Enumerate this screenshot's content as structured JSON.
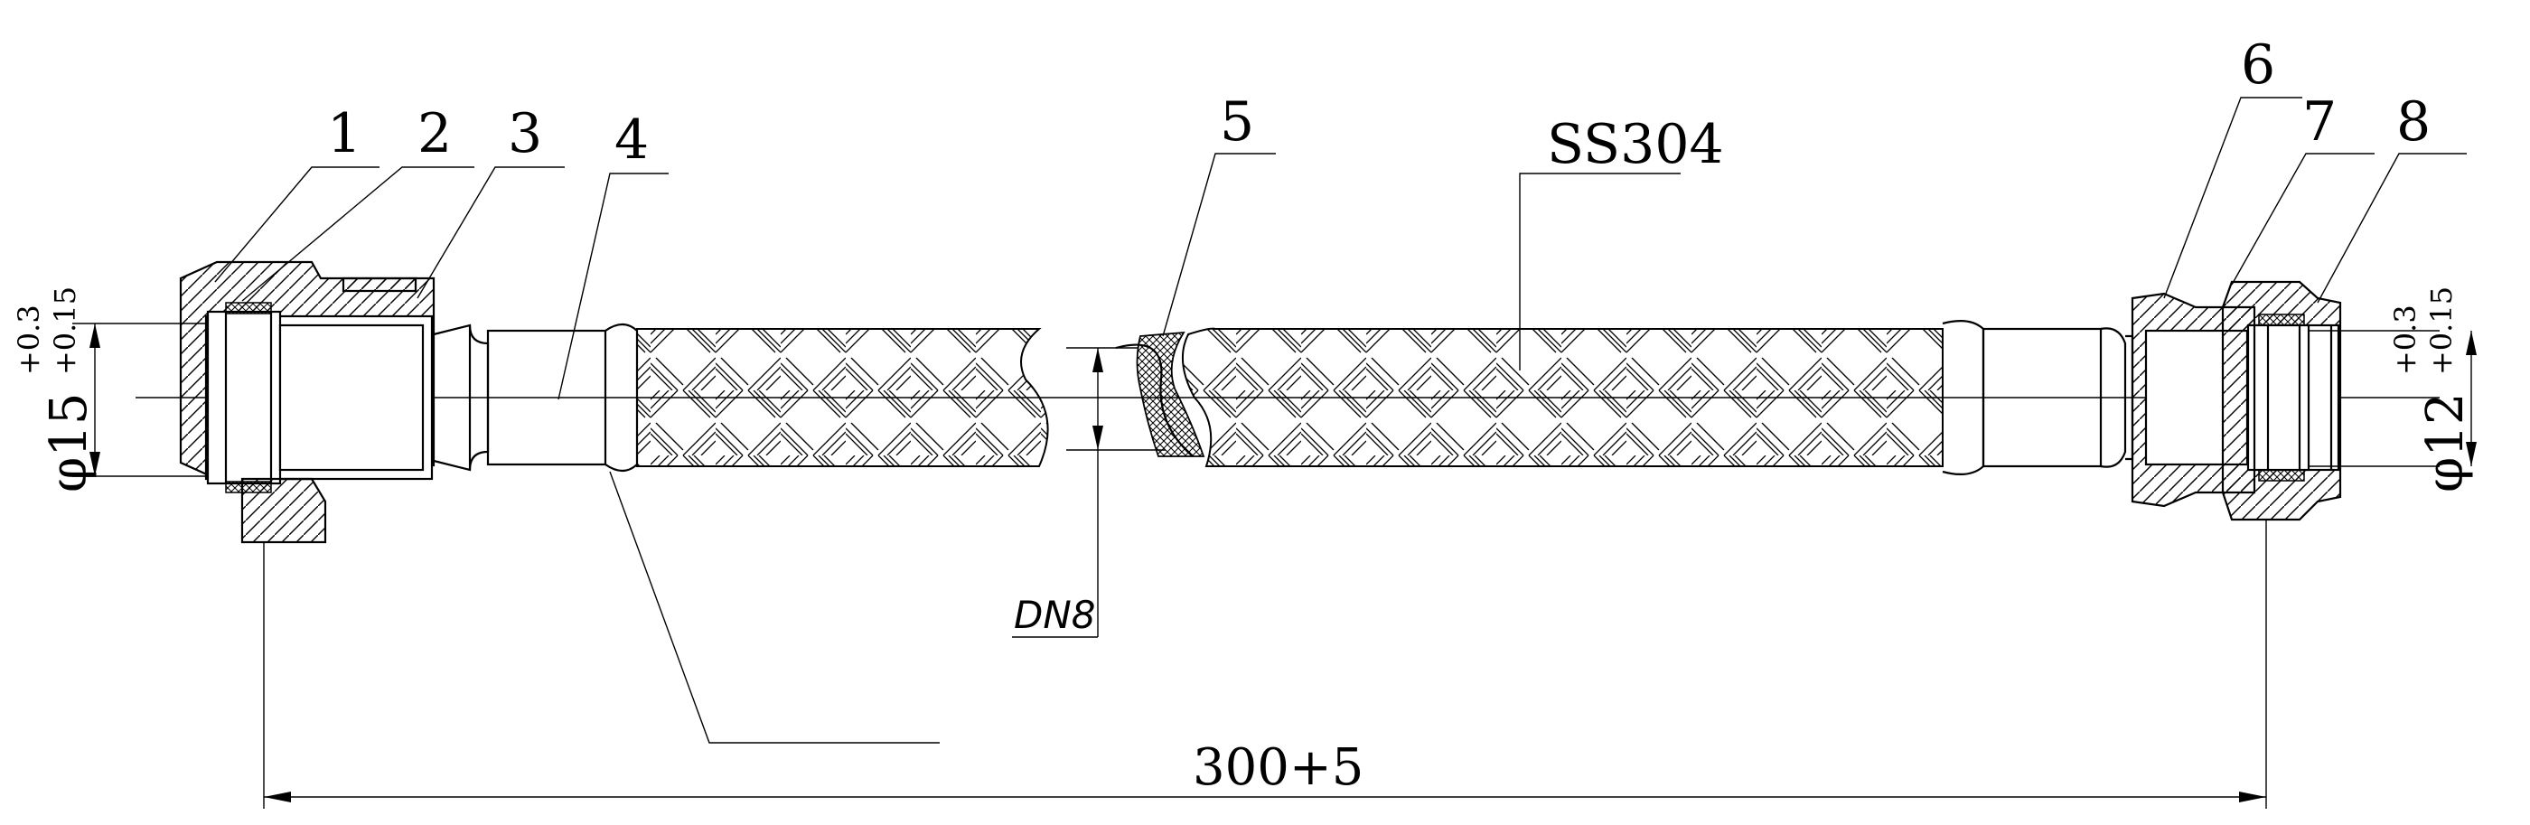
{
  "callouts": {
    "c1": "1",
    "c2": "2",
    "c3": "3",
    "c4": "4",
    "c5": "5",
    "c6": "6",
    "c7": "7",
    "c8": "8",
    "material": "SS304"
  },
  "dimensions": {
    "length": "300+5",
    "nominal": "DN8",
    "left_dia": "φ15",
    "left_tol_upper": "+0.3",
    "left_tol_lower": "+0.15",
    "right_dia": "φ12",
    "right_tol_upper": "+0.3",
    "right_tol_lower": "+0.15"
  }
}
